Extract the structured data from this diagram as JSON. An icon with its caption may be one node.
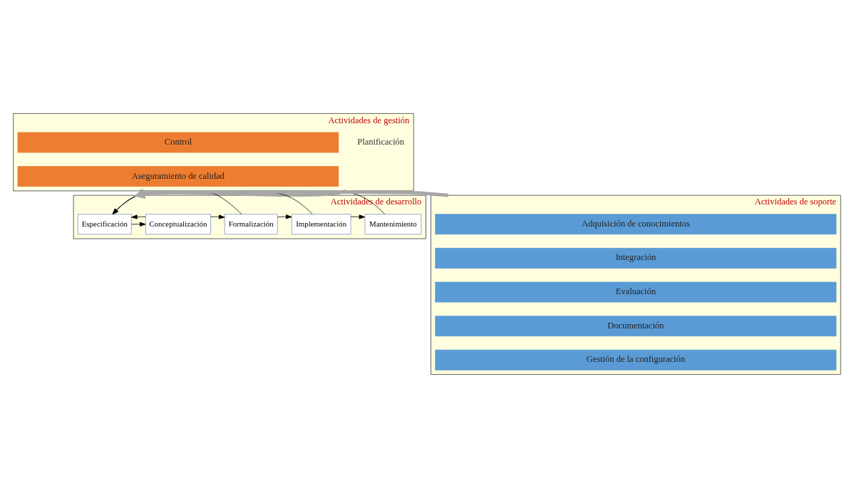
{
  "diagram": {
    "nodes": [
      {
        "text": [
          "Actividades de gestión"
        ]
      },
      {
        "text": [
          "Planificación"
        ],
        "in": 0
      },
      {
        "text": [
          "Control"
        ],
        "in": 0
      },
      {
        "text": [
          "Aseguramiento de calidad"
        ],
        "in": 0
      },
      {
        "text": [
          "Actividades de desarrollo"
        ]
      },
      {
        "text": [
          "Especificación"
        ],
        "in": 4
      },
      {
        "text": [
          "Conceptualización"
        ],
        "in": 4
      },
      {
        "text": [
          "Formalización"
        ],
        "in": 4
      },
      {
        "text": [
          "Implementación"
        ],
        "in": 4
      },
      {
        "text": [
          "Mantenimiento"
        ],
        "in": 4
      },
      {
        "text": [
          "Actividades de soporte"
        ]
      },
      {
        "text": [
          "Adquisición de conocimientos"
        ],
        "in": 10
      },
      {
        "text": [
          "Integración"
        ],
        "in": 10
      },
      {
        "text": [
          "Evaluación"
        ],
        "in": 10
      },
      {
        "text": [
          "Documentación"
        ],
        "in": 10
      },
      {
        "text": [
          "Gestión de la configuración"
        ],
        "in": 10
      }
    ],
    "edges": [
      {
        "from": 0,
        "to": 4,
        "arrow": "to",
        "style": "thick",
        "color": "#a6a6a6"
      },
      {
        "from": 10,
        "to": 4,
        "arrow": "to",
        "style": "thick",
        "color": "#a6a6a6"
      },
      {
        "from": 5,
        "to": 6,
        "arrow": "to"
      },
      {
        "from": 6,
        "to": 7,
        "arrow": "to"
      },
      {
        "from": 7,
        "to": 8,
        "arrow": "to"
      },
      {
        "from": 8,
        "to": 9,
        "arrow": "to"
      },
      {
        "from": 6,
        "to": 5,
        "arrow": "to"
      },
      {
        "from": 7,
        "to": 5,
        "arrow": "to"
      },
      {
        "from": 8,
        "to": 5,
        "arrow": "to"
      },
      {
        "from": 9,
        "to": 5,
        "arrow": "to"
      }
    ]
  }
}
